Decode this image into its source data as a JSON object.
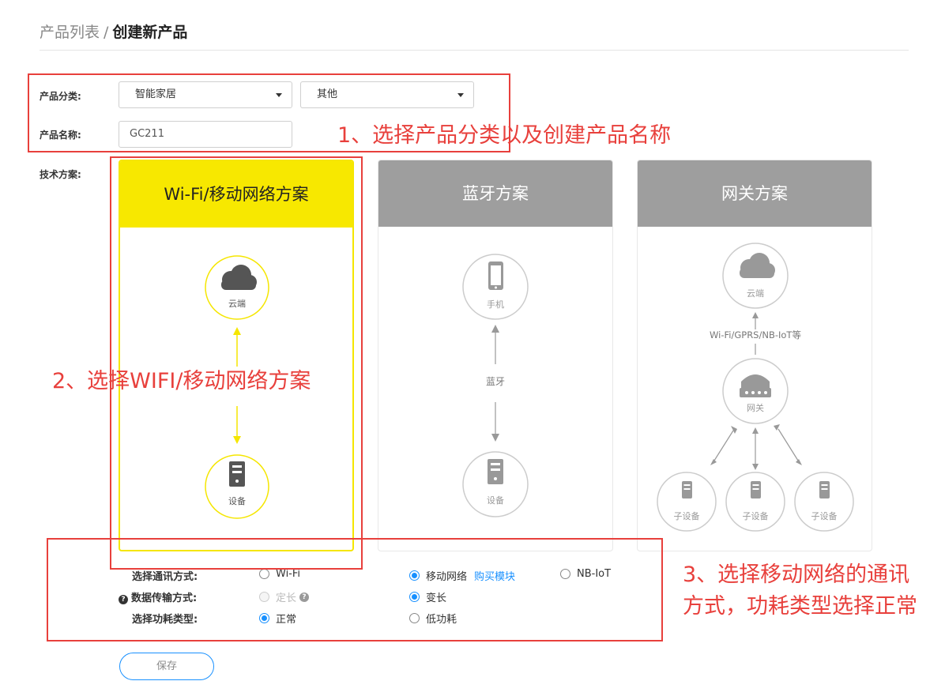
{
  "breadcrumb": {
    "parent": "产品列表",
    "separator": "/",
    "current": "创建新产品"
  },
  "form": {
    "category_label": "产品分类:",
    "category_primary": "智能家居",
    "category_secondary": "其他",
    "name_label": "产品名称:",
    "name_value": "GC211",
    "tech_label": "技术方案:"
  },
  "cards": {
    "wifi": {
      "title": "Wi-Fi/移动网络方案",
      "top_label": "云端",
      "bottom_label": "设备"
    },
    "bt": {
      "title": "蓝牙方案",
      "top_label": "手机",
      "mid_label": "蓝牙",
      "bottom_label": "设备"
    },
    "gw": {
      "title": "网关方案",
      "top_label": "云端",
      "link_label": "Wi-Fi/GPRS/NB-IoT等",
      "hub_label": "网关",
      "child_label": "子设备"
    }
  },
  "options": {
    "comm_label": "选择通讯方式:",
    "comm_wifi": "Wi-Fi",
    "comm_mobile": "移动网络",
    "buy_link": "购买模块",
    "comm_nbiot": "NB-IoT",
    "transfer_label": "数据传输方式:",
    "transfer_fixed": "定长",
    "transfer_var": "变长",
    "power_label": "选择功耗类型:",
    "power_normal": "正常",
    "power_low": "低功耗"
  },
  "save_label": "保存",
  "annotations": {
    "a1": "1、选择产品分类以及创建产品名称",
    "a2": "2、选择WIFI/移动网络方案",
    "a3_line1": "3、选择移动网络的通讯",
    "a3_line2": "方式，功耗类型选择正常"
  },
  "colors": {
    "selected": "#f7e800",
    "accent": "#1890ff",
    "annotation": "#e8403c",
    "gray_header": "#9e9e9e"
  }
}
